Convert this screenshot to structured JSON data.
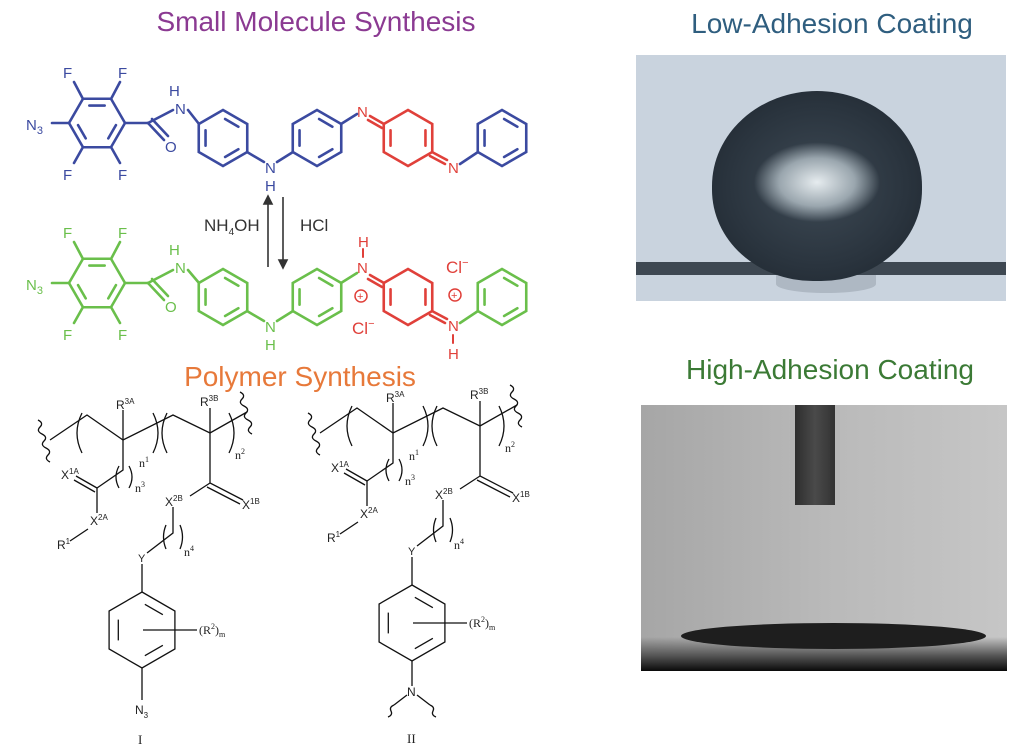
{
  "titles": {
    "small_molecule": "Small Molecule Synthesis",
    "polymer": "Polymer Synthesis",
    "low_adhesion": "Low-Adhesion Coating",
    "high_adhesion": "High-Adhesion Coating"
  },
  "colors": {
    "neutral_form": "#3b4aa0",
    "protonated_form": "#6abf4b",
    "quinoid": "#e0403a",
    "small_molecule_title": "#8b3a92",
    "polymer_title": "#e7793a",
    "low_title": "#2f5e7f",
    "high_title": "#3b7a35"
  },
  "small_molecule": {
    "F": "F",
    "N3": "N",
    "N3_sub": "3",
    "N": "N",
    "H": "H",
    "O": "O",
    "Cl": "Cl",
    "minus": "−",
    "plus": "+",
    "reagent_left": "NH",
    "reagent_left_sub": "4",
    "reagent_left_tail": "OH",
    "reagent_right": "HCl"
  },
  "polymer": {
    "R3A": "R",
    "R3A_sup": "3A",
    "R3B": "R",
    "R3B_sup": "3B",
    "n": "n",
    "n1_sup": "1",
    "n2_sup": "2",
    "n3_sup": "3",
    "n4_sup": "4",
    "X1A": "X",
    "X1A_sup": "1A",
    "X2A": "X",
    "X2A_sup": "2A",
    "X1B": "X",
    "X1B_sup": "1B",
    "X2B": "X",
    "X2B_sup": "2B",
    "R1": "R",
    "R1_sup": "1",
    "Y": "Y",
    "R2m": "(R",
    "R2m_sup": "2",
    "R2m_tail": ")",
    "R2m_sub": "m",
    "N3": "N",
    "N3_sub": "3",
    "N": "N",
    "label_I": "I",
    "label_II": "II"
  }
}
